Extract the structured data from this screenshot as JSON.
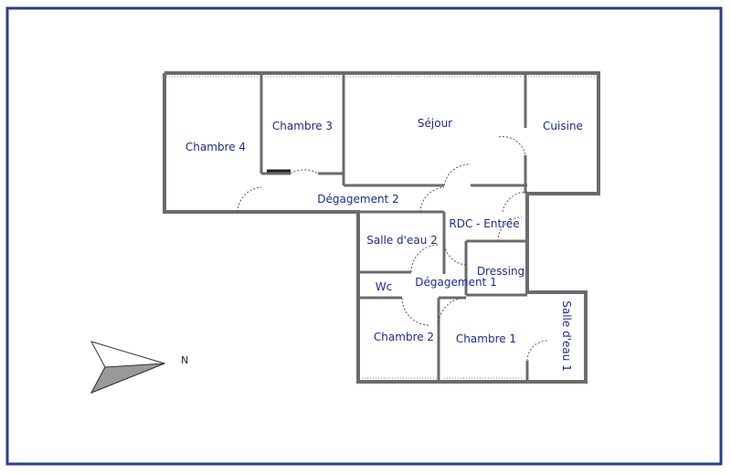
{
  "plan": {
    "rooms": {
      "chambre4": "Chambre 4",
      "chambre3": "Chambre 3",
      "sejour": "Séjour",
      "cuisine": "Cuisine",
      "degagement2": "Dégagement 2",
      "rdc_entree": "RDC - Entrée",
      "salle_eau2": "Salle d'eau 2",
      "dressing": "Dressing",
      "wc": "Wc",
      "degagement1": "Dégagement 1",
      "chambre2": "Chambre 2",
      "chambre1": "Chambre 1",
      "salle_eau1": "Salle d'eau 1"
    },
    "north_label": "N",
    "colors": {
      "frame": "#2c3e8c",
      "label": "#1a2a9a",
      "wall": "#6b6b6b"
    }
  }
}
